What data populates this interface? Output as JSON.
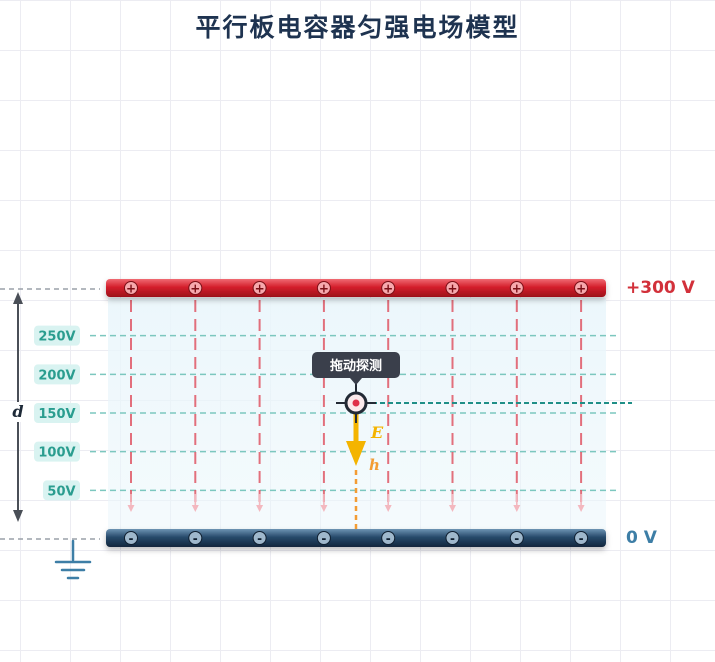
{
  "title": "平行板电容器匀强电场模型",
  "top_plate": {
    "voltage_label": "+300 V",
    "color": "#c81d25",
    "sign": "+"
  },
  "bottom_plate": {
    "voltage_label": "0 V",
    "color": "#1f3b57",
    "sign": "-"
  },
  "equipotentials": [
    {
      "label": "250V",
      "voltage": 250
    },
    {
      "label": "200V",
      "voltage": 200
    },
    {
      "label": "150V",
      "voltage": 150
    },
    {
      "label": "100V",
      "voltage": 100
    },
    {
      "label": "50V",
      "voltage": 50
    }
  ],
  "probe": {
    "tooltip": "拖动探测",
    "voltage": 150
  },
  "field_label": "E",
  "height_label": "h",
  "distance_label": "d",
  "colors": {
    "accent_teal": "#2a9d8f",
    "field_line": "#e05866",
    "field_arrow": "#f4b400",
    "height": "#f39c33",
    "ground": "#3d7ea6"
  },
  "icons": {
    "ground": "ground-icon",
    "probe": "crosshair-icon"
  }
}
